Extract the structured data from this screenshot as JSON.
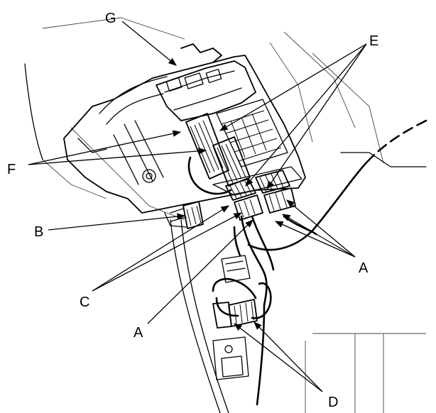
{
  "callouts": {
    "G": "G",
    "E": "E",
    "F": "F",
    "B": "B",
    "C": "C",
    "A_right": "A",
    "A_left": "A",
    "D": "D"
  },
  "colors": {
    "line": "#000000",
    "background": "#ffffff"
  }
}
